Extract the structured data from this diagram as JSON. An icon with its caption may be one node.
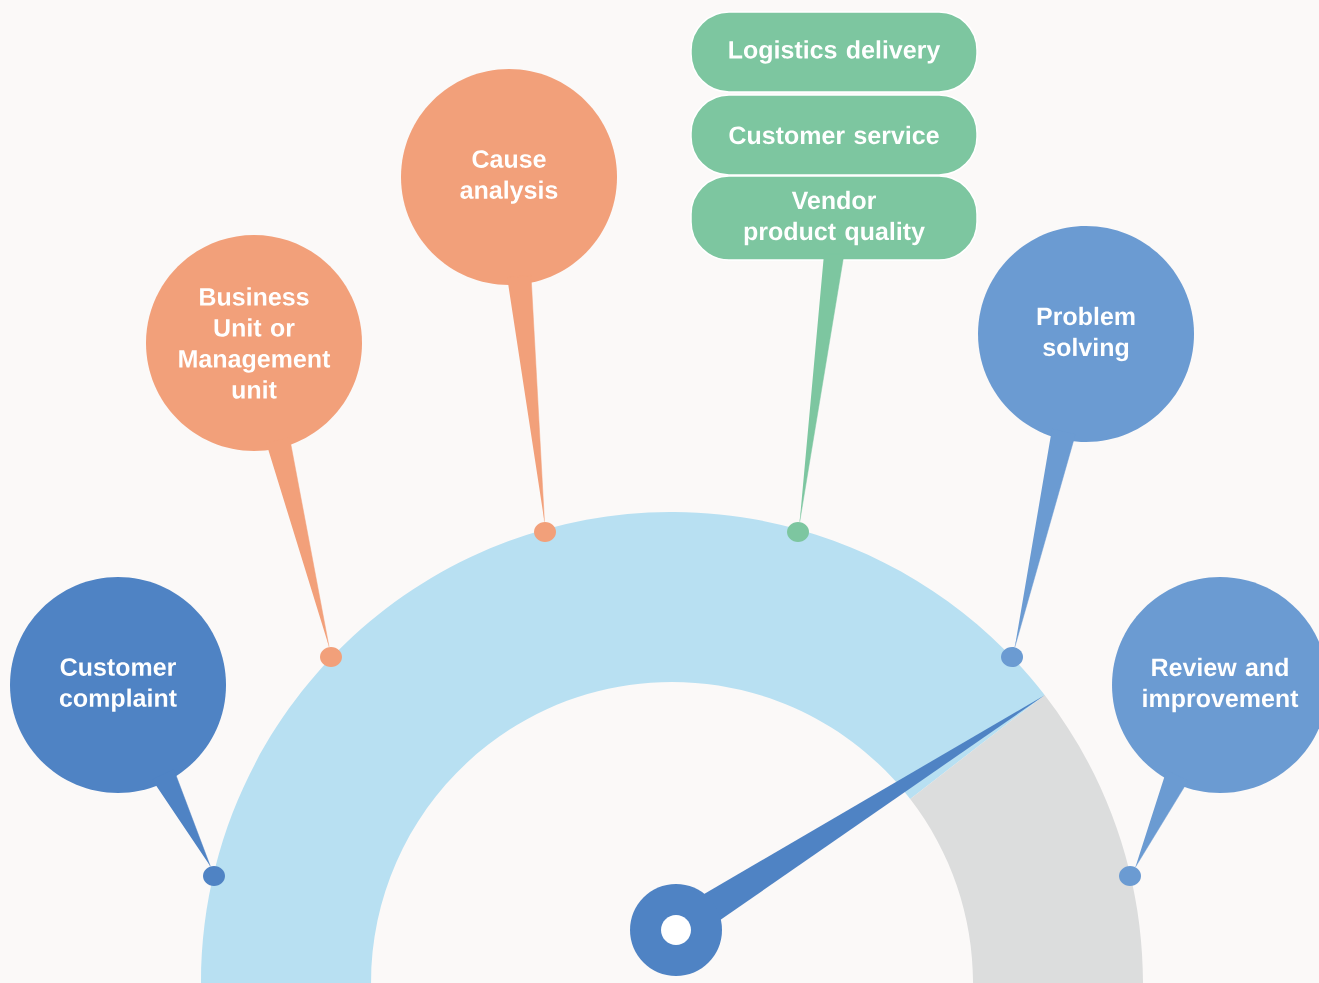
{
  "diagram": {
    "nodes": [
      {
        "text": [
          "Customer complaint"
        ]
      },
      {
        "text": [
          "Business Unit or Management unit"
        ]
      },
      {
        "text": [
          "Cause analysis"
        ]
      },
      {
        "text": [
          "Logistics delivery"
        ]
      },
      {
        "text": [
          "Customer service"
        ]
      },
      {
        "text": [
          "Vendor product quality"
        ]
      },
      {
        "text": [
          "Problem solving"
        ]
      },
      {
        "text": [
          "Review and improvement"
        ]
      },
      {
        "text": [],
        "shape": "circle"
      },
      {
        "text": [],
        "shape": "circle"
      },
      {
        "text": [],
        "shape": "circle"
      },
      {
        "text": [],
        "shape": "circle"
      },
      {
        "text": [],
        "shape": "circle"
      },
      {
        "text": [],
        "shape": "circle"
      }
    ],
    "edges": [
      {
        "from": 0,
        "to": 8,
        "arrow": "none",
        "color": "#4f83c4"
      },
      {
        "from": 1,
        "to": 9,
        "arrow": "none",
        "color": "#f2a07a"
      },
      {
        "from": 2,
        "to": 10,
        "arrow": "none",
        "color": "#f2a07a"
      },
      {
        "from": 5,
        "to": 11,
        "arrow": "none",
        "color": "#7dc6a0"
      },
      {
        "from": 6,
        "to": 12,
        "arrow": "none",
        "color": "#6b9bd2"
      },
      {
        "from": 7,
        "to": 13,
        "arrow": "none",
        "color": "#6b9bd2"
      }
    ]
  }
}
